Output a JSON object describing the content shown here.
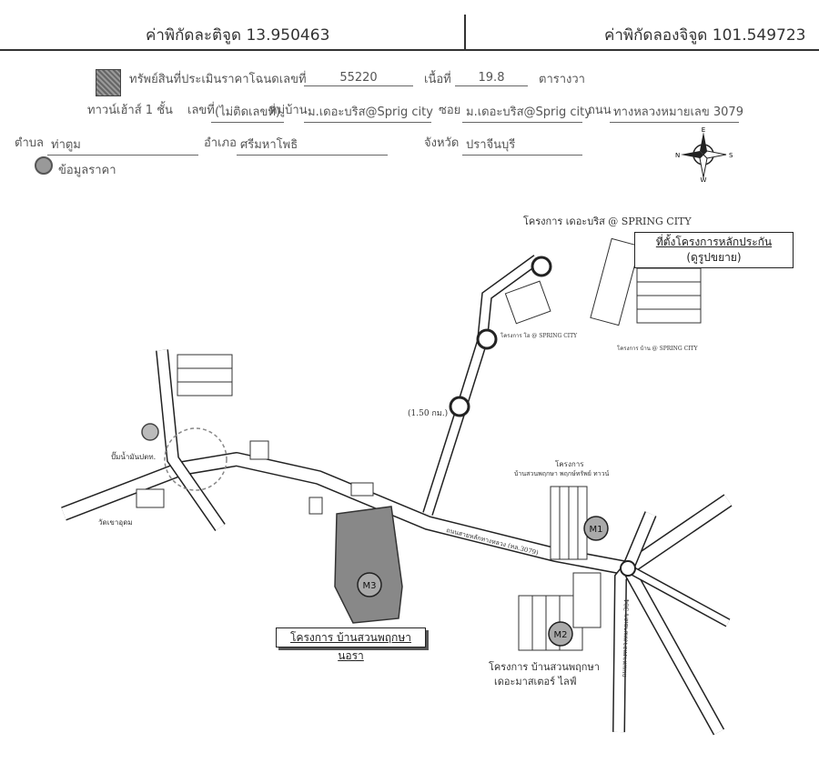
{
  "header": {
    "latitude": "ค่าพิกัดละติจูด 13.950463",
    "longitude": "ค่าพิกัดลองจิจูด 101.549723"
  },
  "form": {
    "asset_label": "ทรัพย์สินที่ประเมินราคาโฉนดเลขที่",
    "deed_no": "55220",
    "area_label": "เนื้อที่",
    "area_value": "19.8",
    "area_unit": "ตารางวา",
    "building_type": "ทาวน์เฮ้าส์ 1 ชั้น",
    "house_no_label": "เลขที่",
    "house_no": "(ไม่ติดเลขที่)",
    "village_label": "หมู่บ้าน",
    "village": "ม.เดอะบริส@Sprig city",
    "soi_label": "ซอย",
    "soi": "ม.เดอะบริส@Sprig city",
    "road_label": "ถนน",
    "road": "ทางหลวงหมายเลข 3079",
    "subdistrict_label": "ตำบล",
    "subdistrict": "ท่าตูม",
    "district_label": "อำเภอ",
    "district": "ศรีมหาโพธิ",
    "province_label": "จังหวัด",
    "province": "ปราจีนบุรี",
    "price_legend": "ข้อมูลราคา"
  },
  "compass": {
    "n": "N",
    "s": "S",
    "e": "E",
    "w": "W"
  },
  "map": {
    "project_spring": "โครงการ เดอะบริส @ SPRING CITY",
    "collateral_line1": "ที่ตั้งโครงการหลักประกัน",
    "collateral_line2": "(ดูรูปขยาย)",
    "spring_sub1": "โครงการ โฮ @ SPRING CITY",
    "spring_sub2": "โครงการ บ้าน @ SPRING CITY",
    "distance": "(1.50 กม.)",
    "m1_project": "โครงการ",
    "m1_project_name": "บ้านสวนพฤกษา พฤกษ์ทรัพย์ ทาวน์",
    "m2_project_line1": "โครงการ บ้านสวนพฤกษา",
    "m2_project_line2": "เดอะมาสเตอร์ ไลฟ์",
    "m3_project": "โครงการ บ้านสวนพฤกษา นอรา",
    "marker_m1": "M1",
    "marker_m2": "M2",
    "marker_m3": "M3",
    "gas_station": "ปั๊มน้ำมันปตท.",
    "temple": "วัดเขาอุดม",
    "road_3079": "ถนนสายหลักทางหลวง (ทล.3079)",
    "road_304": "ถนนทางหลวงหมายเลข 304"
  }
}
